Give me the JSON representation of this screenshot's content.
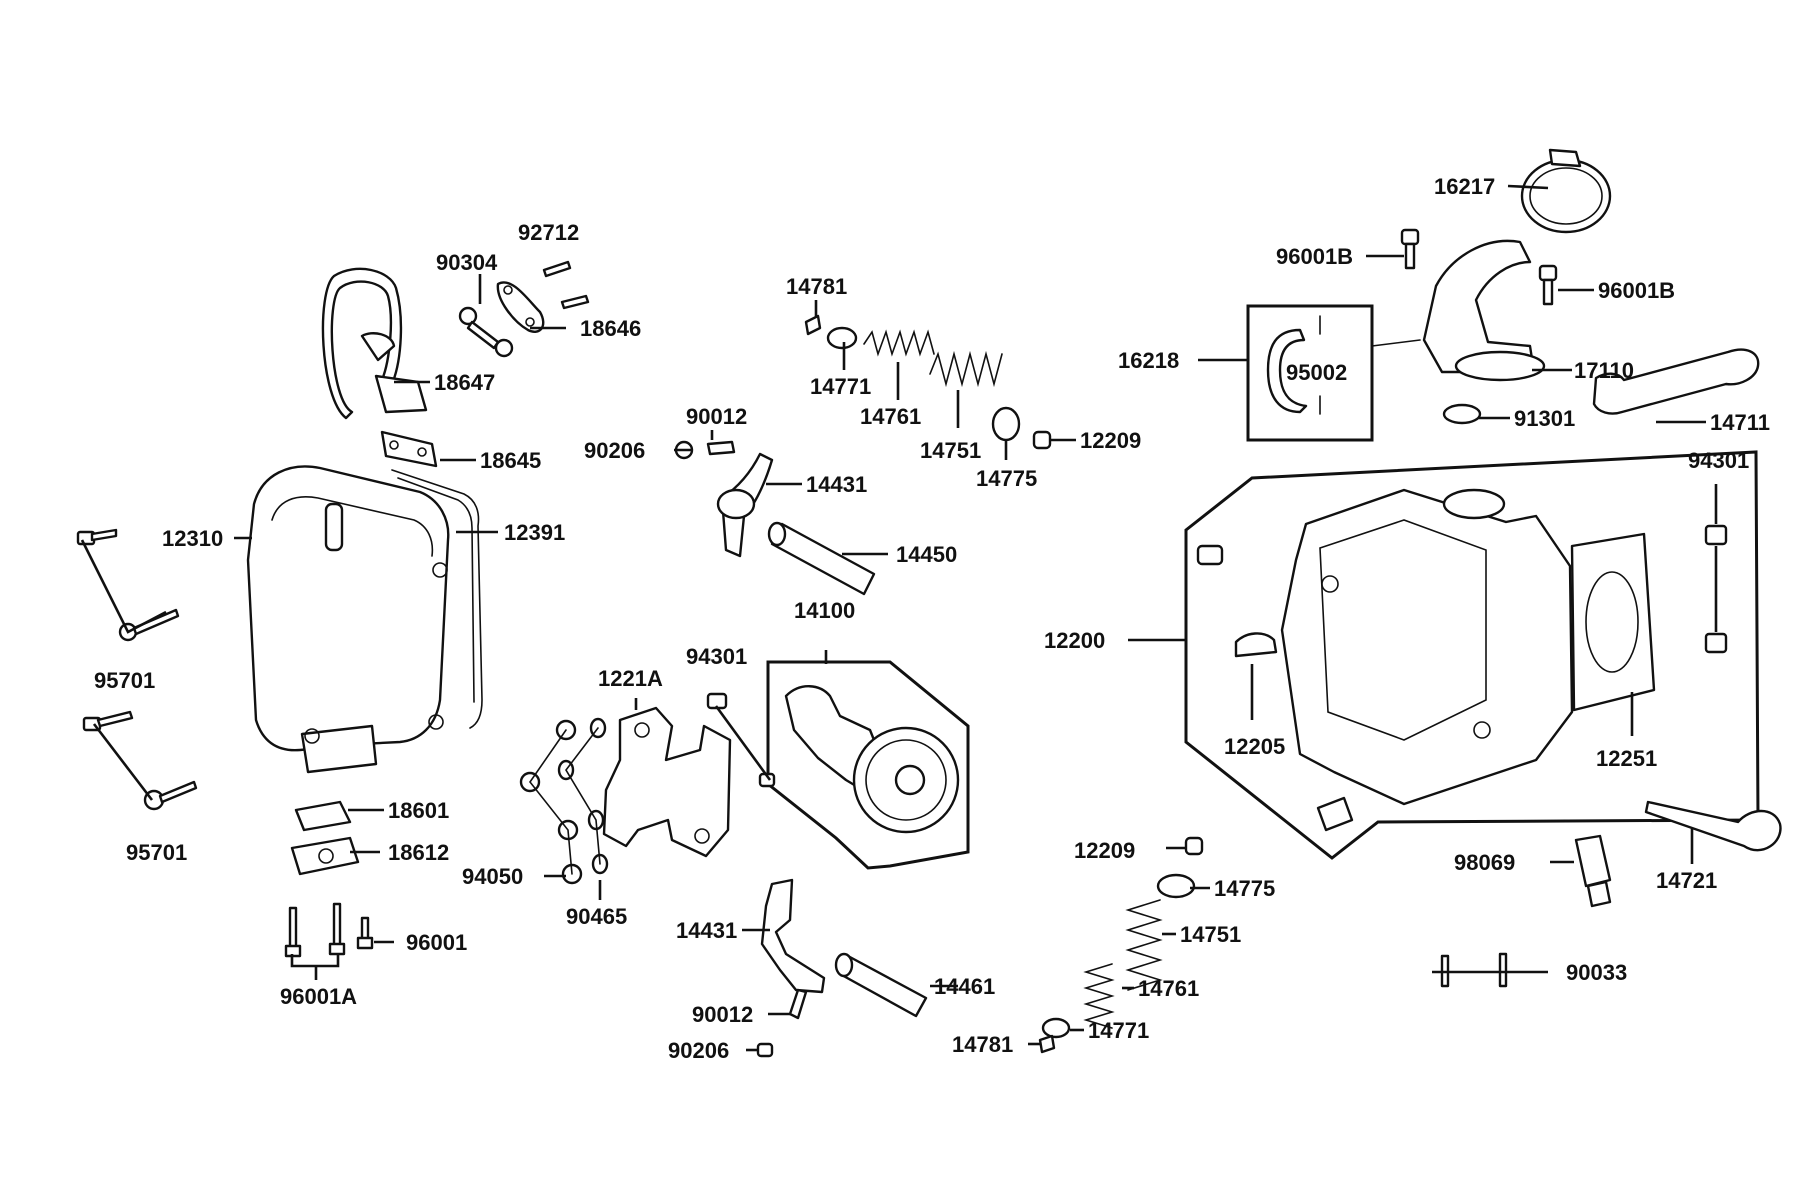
{
  "labels": {
    "p16217": "16217",
    "p96001B_l": "96001B",
    "p96001B_r": "96001B",
    "p16218": "16218",
    "p95002": "95002",
    "p17110": "17110",
    "p91301": "91301",
    "p14711": "14711",
    "p94301_r": "94301",
    "p92712": "92712",
    "p90304": "90304",
    "p18646": "18646",
    "p18647": "18647",
    "p18645": "18645",
    "p12310": "12310",
    "p12391": "12391",
    "p95701_a": "95701",
    "p95701_b": "95701",
    "p18601": "18601",
    "p18612": "18612",
    "p96001": "96001",
    "p96001A": "96001A",
    "p14781_t": "14781",
    "p14771_t": "14771",
    "p14761_t": "14761",
    "p14751_t": "14751",
    "p14775_t": "14775",
    "p12209_t": "12209",
    "p90012_t": "90012",
    "p90206_t": "90206",
    "p14431_t": "14431",
    "p14450": "14450",
    "p14100": "14100",
    "p1221A": "1221A",
    "p94301_m": "94301",
    "p94050": "94050",
    "p90465": "90465",
    "p14431_b": "14431",
    "p14461": "14461",
    "p90012_b": "90012",
    "p90206_b": "90206",
    "p12200": "12200",
    "p12205": "12205",
    "p12251": "12251",
    "p12209_b": "12209",
    "p14775_b": "14775",
    "p14751_b": "14751",
    "p14761_b": "14761",
    "p14771_b": "14771",
    "p14781_b": "14781",
    "p98069": "98069",
    "p14721": "14721",
    "p90033": "90033"
  }
}
